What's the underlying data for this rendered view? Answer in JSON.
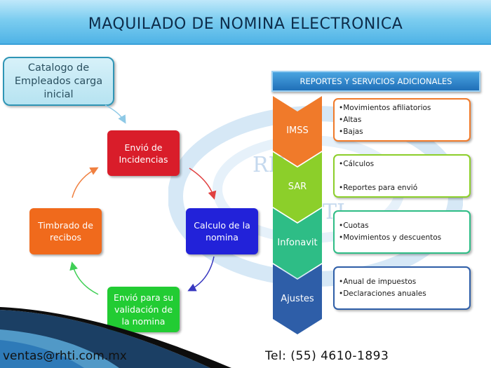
{
  "title": "MAQUILADO DE NOMINA ELECTRONICA",
  "watermark": {
    "text1": "RH",
    "text2": "TI"
  },
  "cycle": {
    "start": "Catalogo de\nEmpleados carga\ninicial",
    "steps": [
      {
        "label": "Envió de\nIncidencias",
        "color": "#d91d2a"
      },
      {
        "label": "Calculo de la\nnomina",
        "color": "#2222d9"
      },
      {
        "label": "Envió para su\nvalidación de\nla nomina",
        "color": "#22cc33"
      },
      {
        "label": "Timbrado de\nrecibos",
        "color": "#f06a1c"
      }
    ]
  },
  "services": {
    "header": "REPORTES Y SERVICIOS ADICIONALES",
    "items": [
      {
        "label": "IMSS",
        "color": "#f07a2a",
        "border": "#f07a2a",
        "bullets": [
          "•Movimientos afiliatorios",
          "•Altas",
          "•Bajas"
        ]
      },
      {
        "label": "SAR",
        "color": "#8ccf2a",
        "border": "#8ccf2a",
        "bullets": [
          "•Cálculos",
          "",
          "•Reportes para envió"
        ]
      },
      {
        "label": "Infonavit",
        "color": "#2ebd86",
        "border": "#2ebd86",
        "bullets": [
          "•Cuotas",
          "•Movimientos y descuentos"
        ]
      },
      {
        "label": "Ajustes",
        "color": "#2e5ea8",
        "border": "#2e5ea8",
        "bullets": [
          "•Anual de impuestos",
          "•Declaraciones anuales"
        ]
      }
    ]
  },
  "footer": {
    "email": "ventas@rhti.com.mx",
    "phone": "Tel: (55)  4610-1893"
  }
}
